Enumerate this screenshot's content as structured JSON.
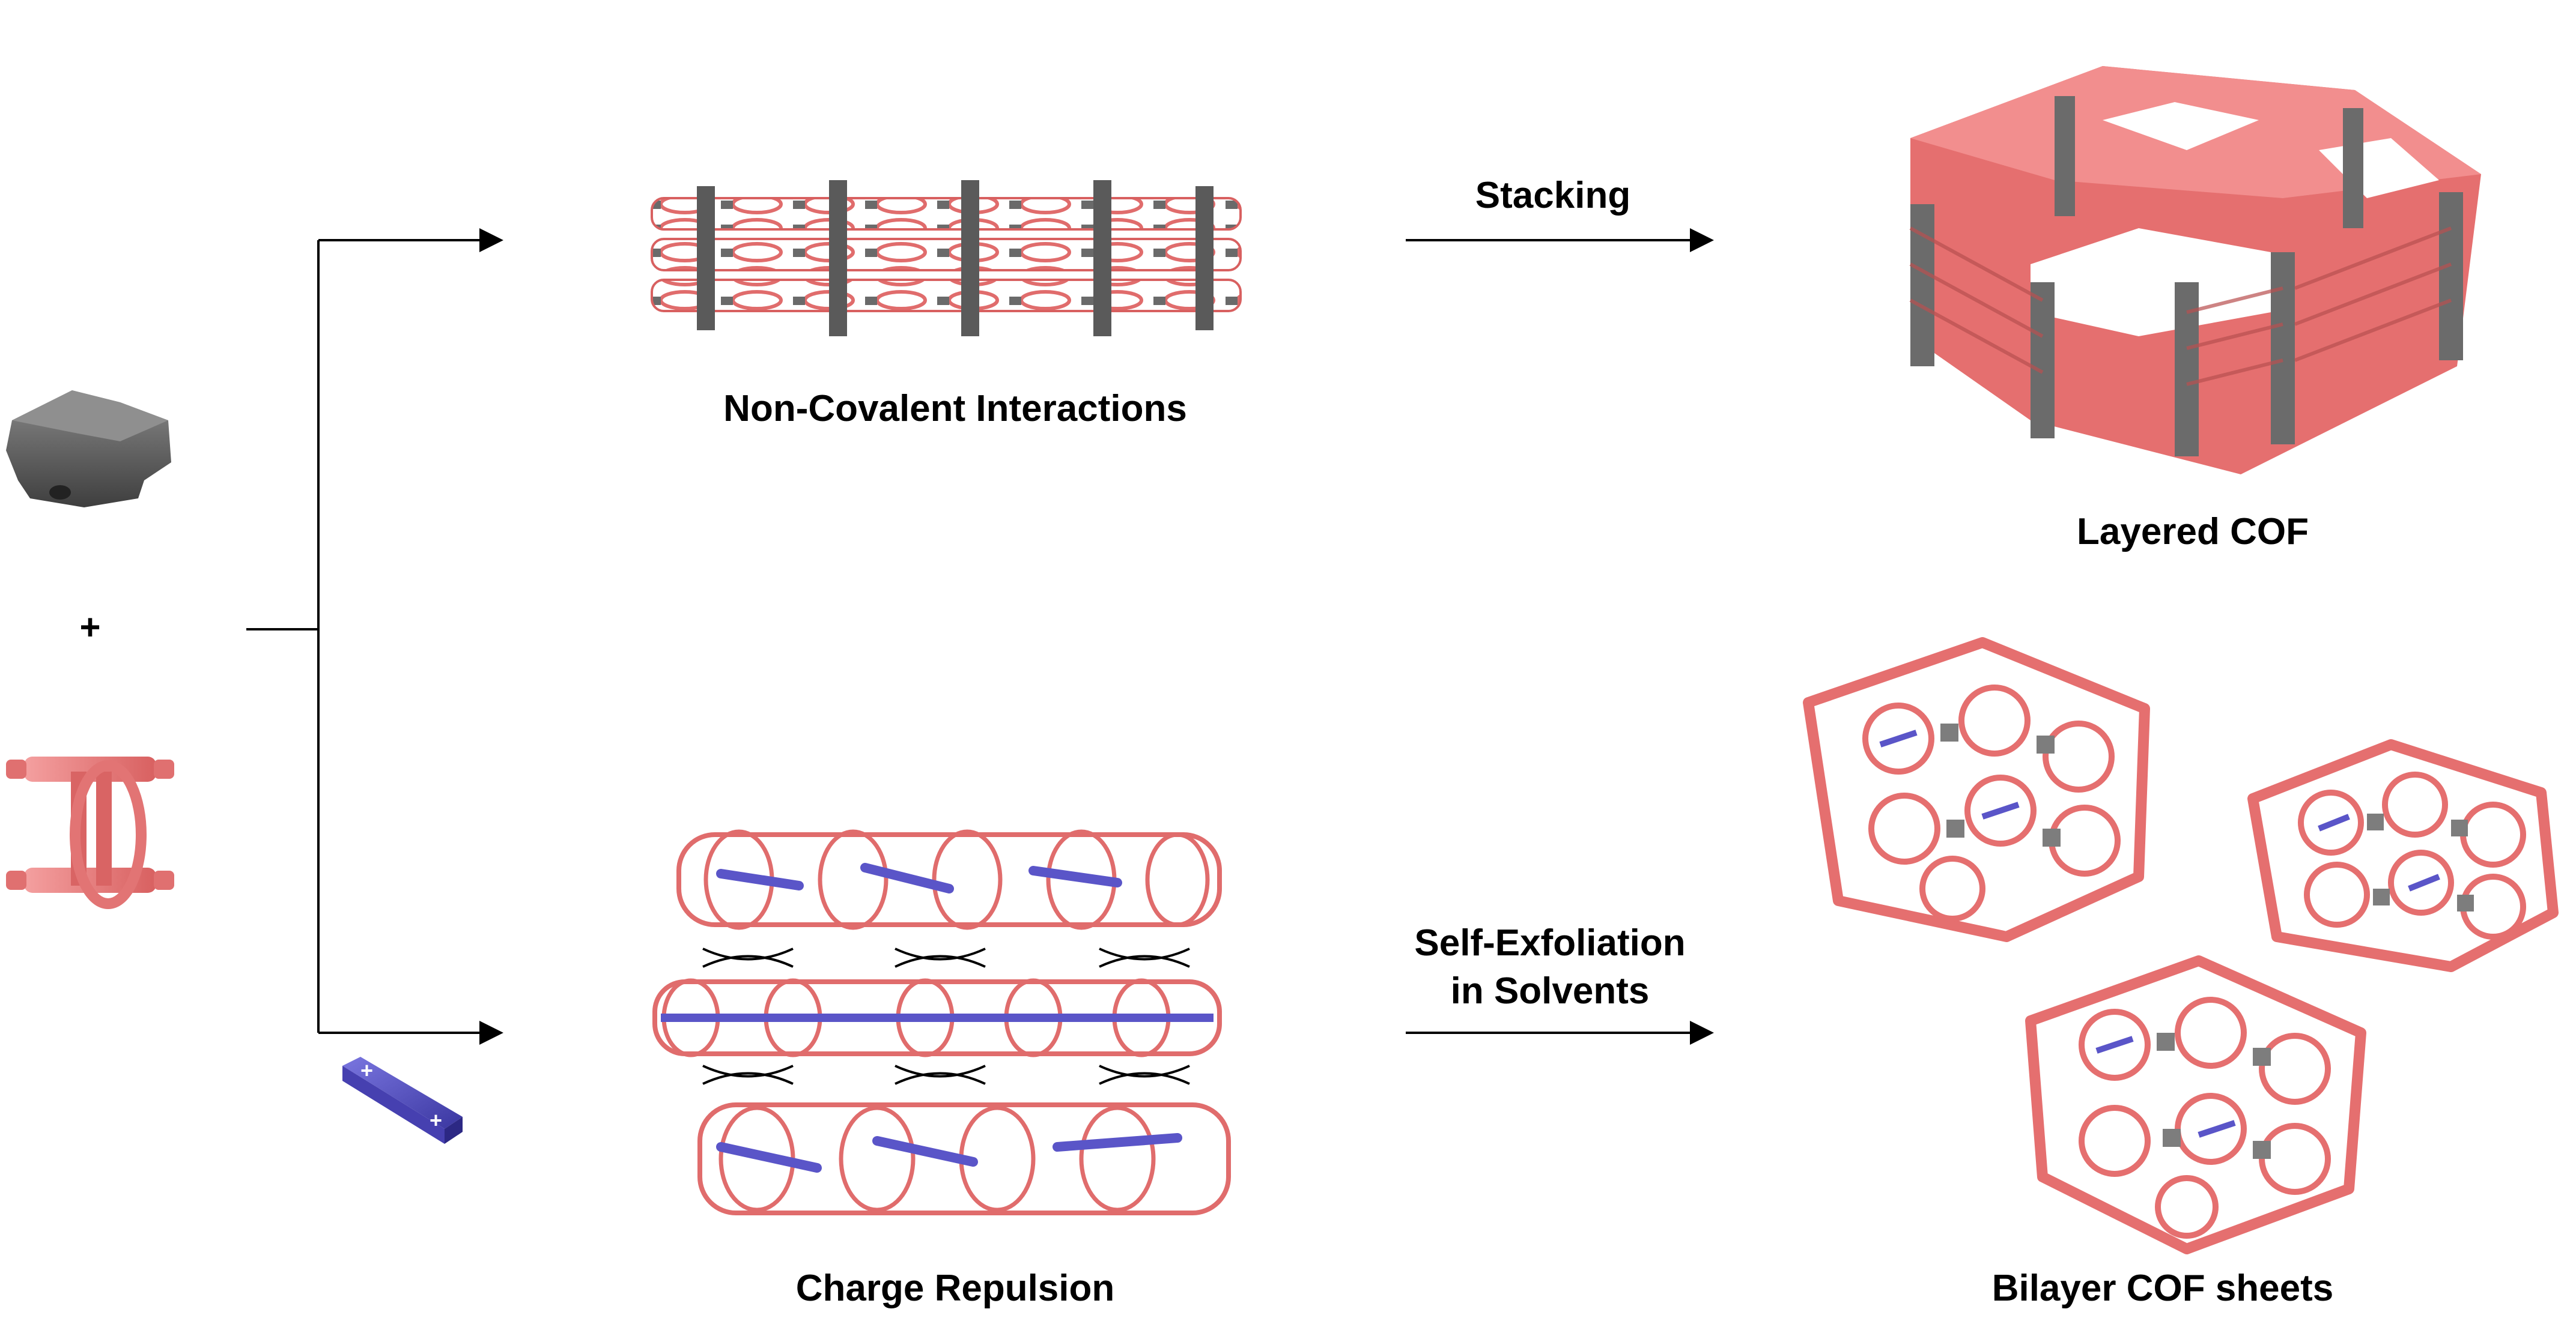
{
  "labels": {
    "stacking": "Stacking",
    "non_covalent": "Non-Covalent Interactions",
    "layered_cof": "Layered COF",
    "plus": "+",
    "self_exfoliation_line1": "Self-Exfoliation",
    "self_exfoliation_line2": "in Solvents",
    "charge_repulsion": "Charge Repulsion",
    "bilayer_cof": "Bilayer COF sheets"
  },
  "colors": {
    "pink": "#f07b7b",
    "pink_dark": "#c95a5a",
    "gray": "#8c8c8c",
    "gray_dark": "#4a4a4a",
    "blue": "#5a55c8",
    "arrow": "#000000"
  },
  "icons": [
    "trigonal-node-icon",
    "ring-linker-icon",
    "charged-rod-icon"
  ]
}
